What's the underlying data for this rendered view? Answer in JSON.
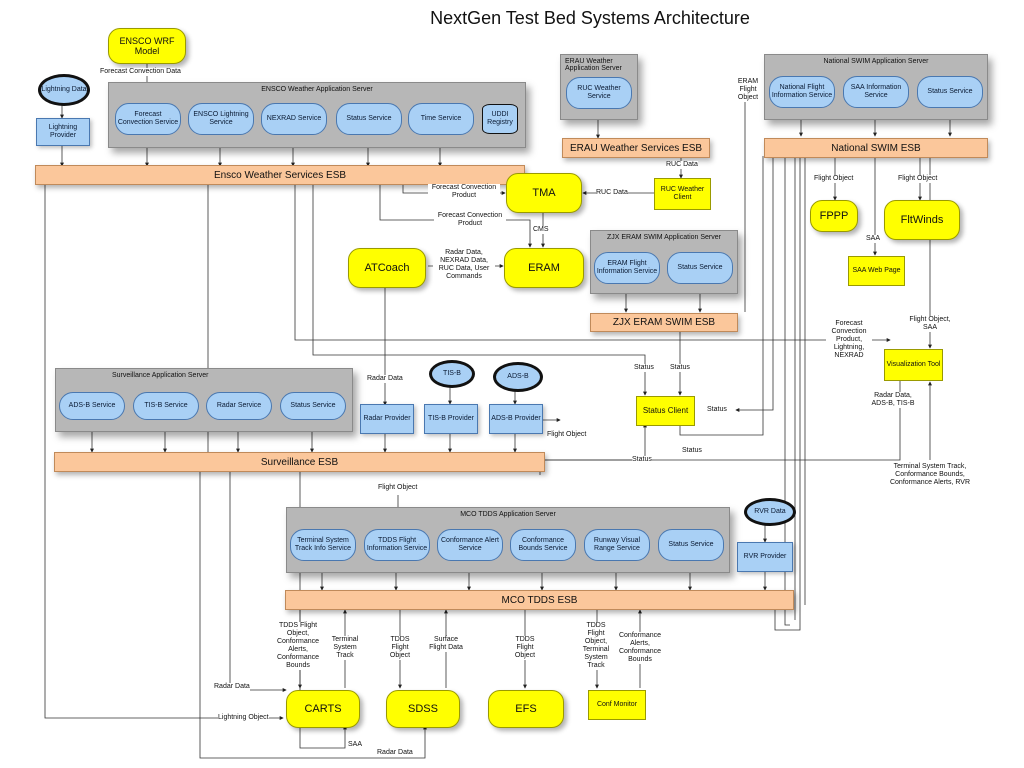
{
  "title": "NextGen Test Bed Systems Architecture",
  "servers": {
    "ensco_wx_app": "ENSCO Weather Application Server",
    "erau_wx_app": "ERAU Weather Application Server",
    "nswim_app": "National SWIM Application Server",
    "zjx_app": "ZJX ERAM SWIM Application Server",
    "surv_app": "Surveillance Application Server",
    "mco_app": "MCO TDDS Application Server"
  },
  "services": {
    "forecast_convection": "Forecast Convection Service",
    "ensco_lightning": "ENSCO Lightning Service",
    "nexrad": "NEXRAD Service",
    "ensco_status": "Status Service",
    "time": "Time Service",
    "uddi": "UDDI Registry",
    "ruc_weather": "RUC Weather Service",
    "nfis": "National Flight Information Service",
    "saa_info": "SAA Information Service",
    "nswim_status": "Status Service",
    "eram_fis": "ERAM Flight Information Service",
    "zjx_status": "Status Service",
    "adsb_service": "ADS-B Service",
    "tisb_service": "TIS-B Service",
    "radar_service": "Radar Service",
    "surv_status": "Status Service",
    "terminal_track": "Terminal System Track Info Service",
    "tdds_fis": "TDDS Flight Information Service",
    "conf_alert": "Conformance Alert Service",
    "conf_bounds": "Conformance Bounds Service",
    "rvr_service": "Runway Visual Range Service",
    "mco_status": "Status Service"
  },
  "esbs": {
    "ensco": "Ensco Weather Services ESB",
    "erau": "ERAU Weather Services ESB",
    "nswim": "National SWIM ESB",
    "zjx": "ZJX ERAM SWIM ESB",
    "surv": "Surveillance ESB",
    "mco": "MCO TDDS ESB"
  },
  "systems": {
    "ensco_wrf": "ENSCO WRF Model",
    "tma": "TMA",
    "eram": "ERAM",
    "atcoach": "ATCoach",
    "fppp": "FPPP",
    "fltwinds": "FltWinds",
    "carts": "CARTS",
    "sdss": "SDSS",
    "efs": "EFS",
    "ruc_client": "RUC Weather Client",
    "saa_web": "SAA Web Page",
    "viz_tool": "Visualization Tool",
    "status_client": "Status Client",
    "conf_monitor": "Conf Monitor"
  },
  "sources": {
    "lightning_cloud": "Lightning Data",
    "lightning_provider": "Lightning Provider",
    "tisb_cloud": "TIS-B",
    "adsb_cloud": "ADS-B",
    "rvr_cloud": "RVR Data",
    "radar_provider": "Radar Provider",
    "tisb_provider": "TIS-B Provider",
    "adsb_provider": "ADS-B Provider",
    "rvr_provider": "RVR Provider"
  },
  "labels": {
    "forecast_convection_data": "Forecast Convection Data",
    "eram_flight_object": "ERAM Flight Object",
    "ruc_data_1": "RUC Data",
    "ruc_data_2": "RUC Data",
    "fcp_1": "Forecast Convection Product",
    "fcp_2": "Forecast Convection Product",
    "cms": "CMS",
    "radar_nexrad_ruc_cmds": "Radar Data, NEXRAD Data, RUC Data, User Commands",
    "flight_object_1": "Flight Object",
    "flight_object_2": "Flight Object",
    "saa_1": "SAA",
    "fcp_lightning_nexrad": "Forecast Convection Product, Lightning, NEXRAD",
    "flight_object_saa": "Flight Object, SAA",
    "status_1": "Status",
    "status_2": "Status",
    "status_3": "Status",
    "status_4": "Status",
    "status_5": "Status",
    "radar_data_1": "Radar Data",
    "flight_object_3": "Flight Object",
    "radar_adsb_tisb": "Radar Data, ADS-B, TIS-B",
    "terminal_conf_rvr": "Terminal System Track, Conformance Bounds, Conformance Alerts, RVR",
    "flight_object_4": "Flight Object",
    "tdds_fo_conf": "TDDS Flight Object, Conformance Alerts, Conformance Bounds",
    "terminal_system_track": "Terminal System Track",
    "tdds_fo_1": "TDDS Flight Object",
    "surface_flight_data": "Surface Flight Data",
    "tdds_fo_2": "TDDS Flight Object",
    "tdds_fo_terminal": "TDDS Flight Object, Terminal System Track",
    "conf_alerts_bounds": "Conformance Alerts, Conformance Bounds",
    "radar_data_2": "Radar Data",
    "lightning_object": "Lightning Object",
    "saa_2": "SAA",
    "radar_data_3": "Radar Data"
  }
}
